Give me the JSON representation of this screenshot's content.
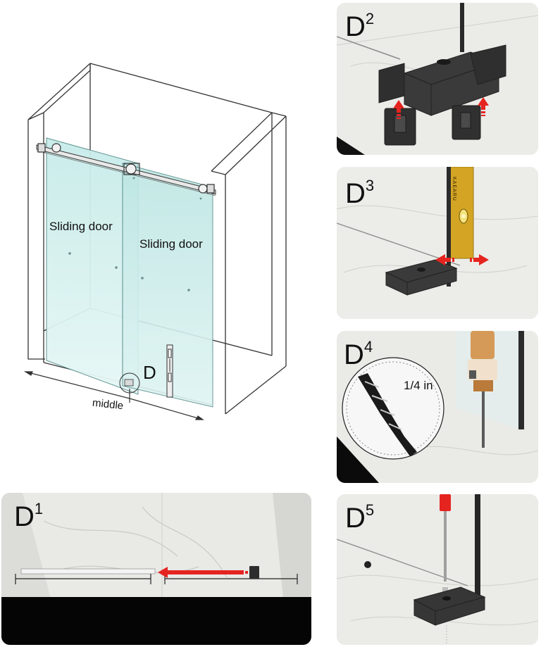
{
  "main_diagram": {
    "left_door_label": "Sliding door",
    "right_door_label": "Sliding door",
    "detail_marker": "D",
    "dimension_label": "middle"
  },
  "steps": [
    {
      "letter": "D",
      "number": "1"
    },
    {
      "letter": "D",
      "number": "2"
    },
    {
      "letter": "D",
      "number": "3"
    },
    {
      "letter": "D",
      "number": "4",
      "drill_size": "1/4 in"
    },
    {
      "letter": "D",
      "number": "5"
    }
  ],
  "level_brand": "KAEARU",
  "colors": {
    "glass": "#bfe8e6",
    "outline": "#333333",
    "arrow": "#e52420",
    "hardware": "#3a3a3a",
    "marble": "#e8e8e5"
  }
}
